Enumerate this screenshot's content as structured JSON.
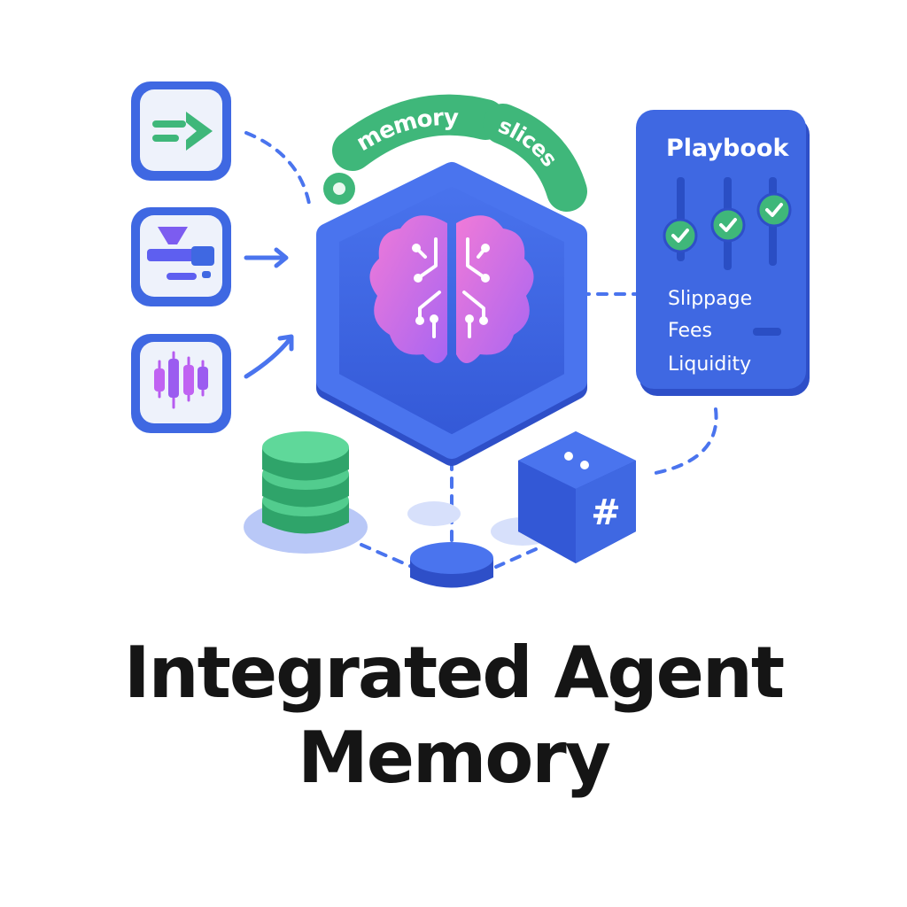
{
  "diagram": {
    "title_line1": "Integrated Agent",
    "title_line2": "Memory",
    "arc_label_1": "memory",
    "arc_label_2": "slices",
    "playbook": {
      "title": "Playbook",
      "items": [
        "Slippage",
        "Fees",
        "Liquidity"
      ]
    },
    "cube_symbol": "#",
    "inputs": [
      {
        "icon": "arrow-right-icon"
      },
      {
        "icon": "flow-chart-icon"
      },
      {
        "icon": "candlestick-chart-icon"
      }
    ],
    "colors": {
      "primary_blue": "#3d66e0",
      "dark_blue": "#2a4ec4",
      "green": "#3fb77a",
      "brain_pink": "#e36fe6",
      "brain_purple": "#b36ef0",
      "title_text": "#151515"
    }
  }
}
